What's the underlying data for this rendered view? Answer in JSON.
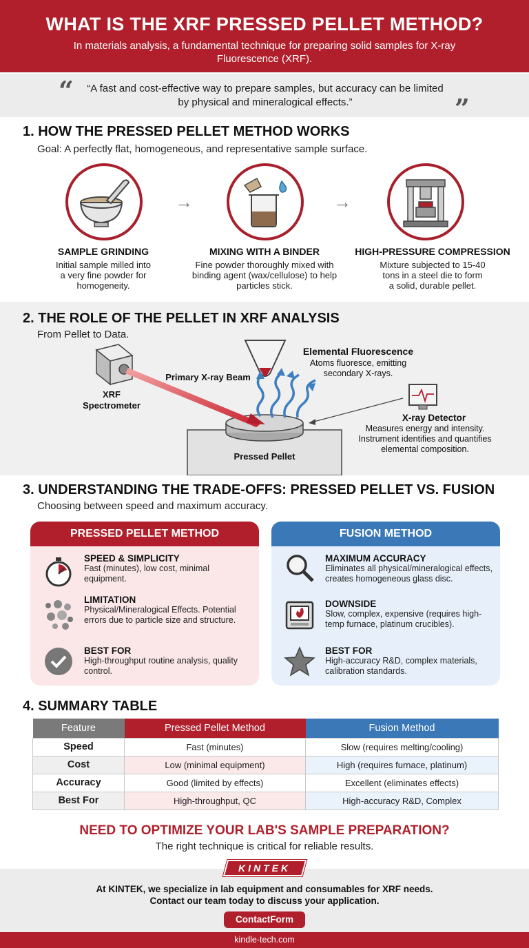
{
  "header": {
    "title": "WHAT IS THE XRF PRESSED PELLET METHOD?",
    "subtitle": "In materials analysis, a fundamental technique for preparing solid samples for X-ray Fluorescence (XRF)."
  },
  "quote": {
    "text": "“A fast and cost-effective way to prepare samples, but accuracy can be limited by physical and mineralogical effects.”"
  },
  "section1": {
    "title": "1. HOW THE PRESSED PELLET METHOD WORKS",
    "goal": "Goal: A perfectly flat, homogeneous, and representative sample surface.",
    "steps": [
      {
        "icon": "mortar-pestle-icon",
        "title": "SAMPLE GRINDING",
        "text": "Initial sample milled into a very fine powder for homogeneity."
      },
      {
        "icon": "beaker-mixing-icon",
        "title": "MIXING WITH A BINDER",
        "text": "Fine powder thoroughly mixed with binding agent (wax/cellulose) to help particles stick."
      },
      {
        "icon": "hydraulic-press-icon",
        "title": "HIGH-PRESSURE COMPRESSION",
        "text": "Mixture subjected to 15-40 tons in a steel die to form a solid, durable pellet."
      }
    ]
  },
  "section2": {
    "title": "2. THE ROLE OF THE PELLET IN XRF ANALYSIS",
    "subtitle": "From Pellet to Data.",
    "spectrometer": "XRF Spectrometer",
    "beam": "Primary X-ray Beam",
    "fluorescence_title": "Elemental Fluorescence",
    "fluorescence_text": "Atoms fluoresce, emitting secondary X-rays.",
    "detector_title": "X-ray Detector",
    "detector_text": "Measures energy and intensity. Instrument identifies and quantifies elemental composition.",
    "pellet": "Pressed Pellet"
  },
  "section3": {
    "title": "3. UNDERSTANDING THE TRADE-OFFS: PRESSED PELLET VS. FUSION",
    "subtitle": "Choosing between speed and maximum accuracy.",
    "pellet_card": {
      "title": "PRESSED PELLET METHOD",
      "items": [
        {
          "icon": "stopwatch-icon",
          "title": "SPEED & SIMPLICITY",
          "text": "Fast (minutes), low cost, minimal equipment."
        },
        {
          "icon": "particles-icon",
          "title": "LIMITATION",
          "text": "Physical/Mineralogical Effects. Potential errors due to particle size and structure."
        },
        {
          "icon": "checkmark-icon",
          "title": "BEST FOR",
          "text": "High-throughput routine analysis, quality control."
        }
      ]
    },
    "fusion_card": {
      "title": "FUSION METHOD",
      "items": [
        {
          "icon": "magnifier-icon",
          "title": "MAXIMUM ACCURACY",
          "text": "Eliminates all physical/mineralogical effects, creates homogeneous glass disc."
        },
        {
          "icon": "furnace-icon",
          "title": "DOWNSIDE",
          "text": "Slow, complex, expensive (requires high-temp furnace, platinum crucibles)."
        },
        {
          "icon": "star-icon",
          "title": "BEST FOR",
          "text": "High-accuracy R&D, complex materials, calibration standards."
        }
      ]
    }
  },
  "section4": {
    "title": "4. SUMMARY TABLE",
    "headers": [
      "Feature",
      "Pressed Pellet Method",
      "Fusion Method"
    ],
    "rows": [
      [
        "Speed",
        "Fast (minutes)",
        "Slow (requires melting/cooling)"
      ],
      [
        "Cost",
        "Low (minimal equipment)",
        "High (requires furnace, platinum)"
      ],
      [
        "Accuracy",
        "Good (limited by effects)",
        "Excellent (eliminates effects)"
      ],
      [
        "Best For",
        "High-throughput, QC",
        "High-accuracy R&D, Complex"
      ]
    ]
  },
  "cta": {
    "title": "NEED TO OPTIMIZE YOUR LAB'S SAMPLE PREPARATION?",
    "subtitle": "The right technique is critical for reliable results."
  },
  "footer": {
    "logo": "KINTEK",
    "line1": "At KINTEK, we specialize in lab equipment and consumables for XRF needs.",
    "line2": "Contact our team today to discuss your application.",
    "button": "ContactForm",
    "url": "kindle-tech.com"
  },
  "colors": {
    "red": "#b01f2b",
    "blue": "#3a78b7"
  }
}
